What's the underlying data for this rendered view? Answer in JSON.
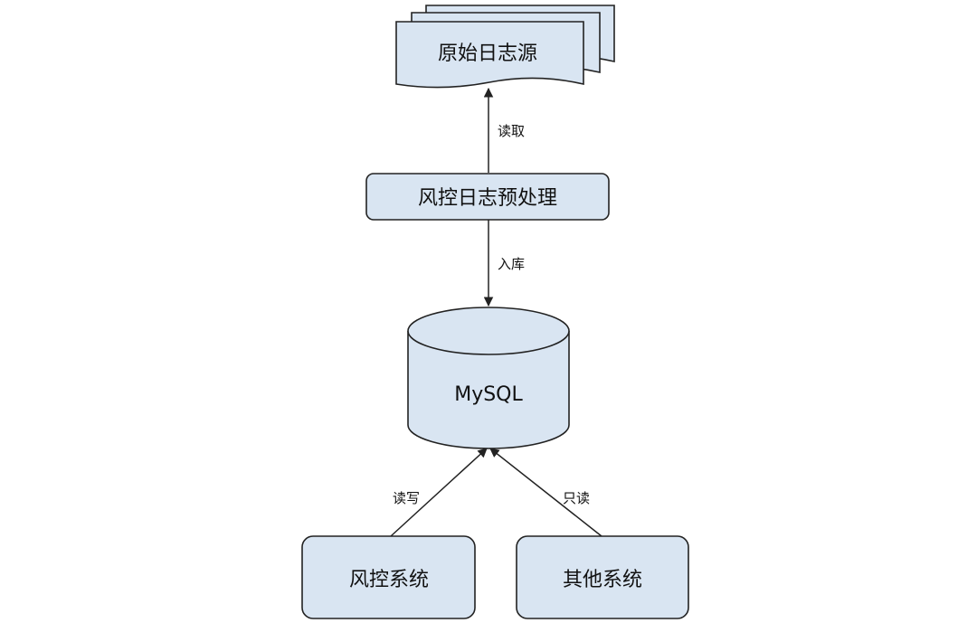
{
  "colors": {
    "node_fill": "#d9e5f2",
    "stroke": "#222222",
    "text": "#111111",
    "background": "#ffffff"
  },
  "nodes": {
    "log_source": "原始日志源",
    "preprocess": "风控日志预处理",
    "database": "MySQL",
    "risk_system": "风控系统",
    "other_system": "其他系统"
  },
  "edges": {
    "read": "读取",
    "store": "入库",
    "read_write": "读写",
    "read_only": "只读"
  }
}
